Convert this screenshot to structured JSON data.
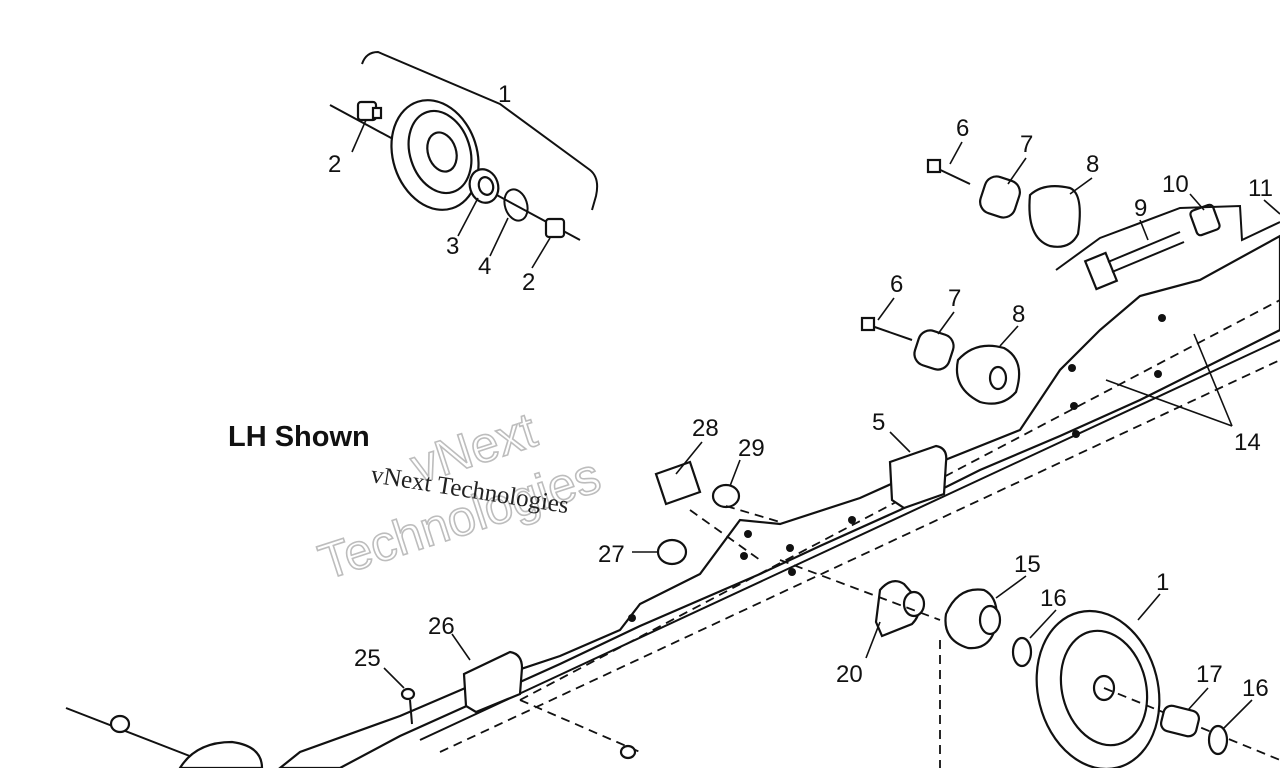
{
  "diagram": {
    "heading": "LH Shown",
    "watermark": {
      "line1": "vNext",
      "line2": "Technologies",
      "overlay": "vNext Technologies"
    },
    "callouts": {
      "c1_top": "1",
      "c2_left": "2",
      "c3": "3",
      "c4": "4",
      "c2_bottom": "2",
      "c6_top": "6",
      "c7_top": "7",
      "c8_top": "8",
      "c9": "9",
      "c10": "10",
      "c11": "11",
      "c6_mid": "6",
      "c7_mid": "7",
      "c8_mid": "8",
      "c14": "14",
      "c5": "5",
      "c28": "28",
      "c29": "29",
      "c27": "27",
      "c15": "15",
      "c16_mid": "16",
      "c1_bottom": "1",
      "c20": "20",
      "c17": "17",
      "c16_right": "16",
      "c26": "26",
      "c25": "25"
    }
  }
}
